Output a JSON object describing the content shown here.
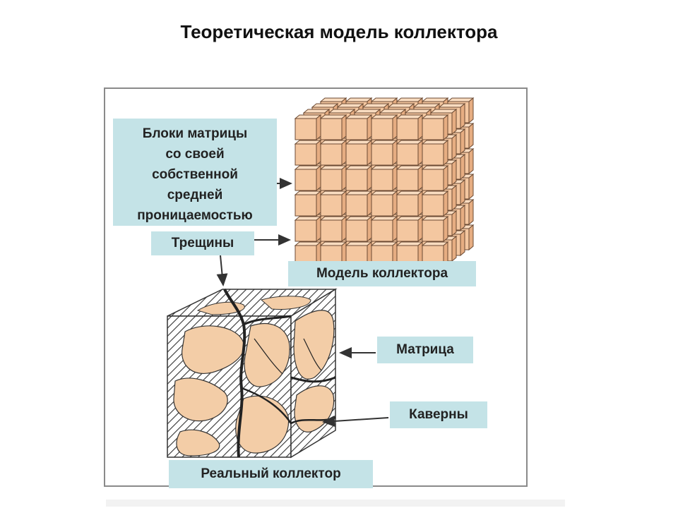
{
  "title": "Теоретическая модель коллектора",
  "labels": {
    "matrix_blocks": "Блоки матрицы\nсо своей\nсобственной\nсредней\nпроницаемостью",
    "fractures": "Трещины",
    "model": "Модель коллектора",
    "matrix": "Матрица",
    "caverns": "Каверны",
    "real": "Реальный коллектор"
  },
  "colors": {
    "block_front": "#f4c7a0",
    "block_side": "#e6ad82",
    "block_top": "#f9dcc0",
    "label_bg": "#c4e3e7",
    "matrix_fill": "#f3cda7"
  }
}
